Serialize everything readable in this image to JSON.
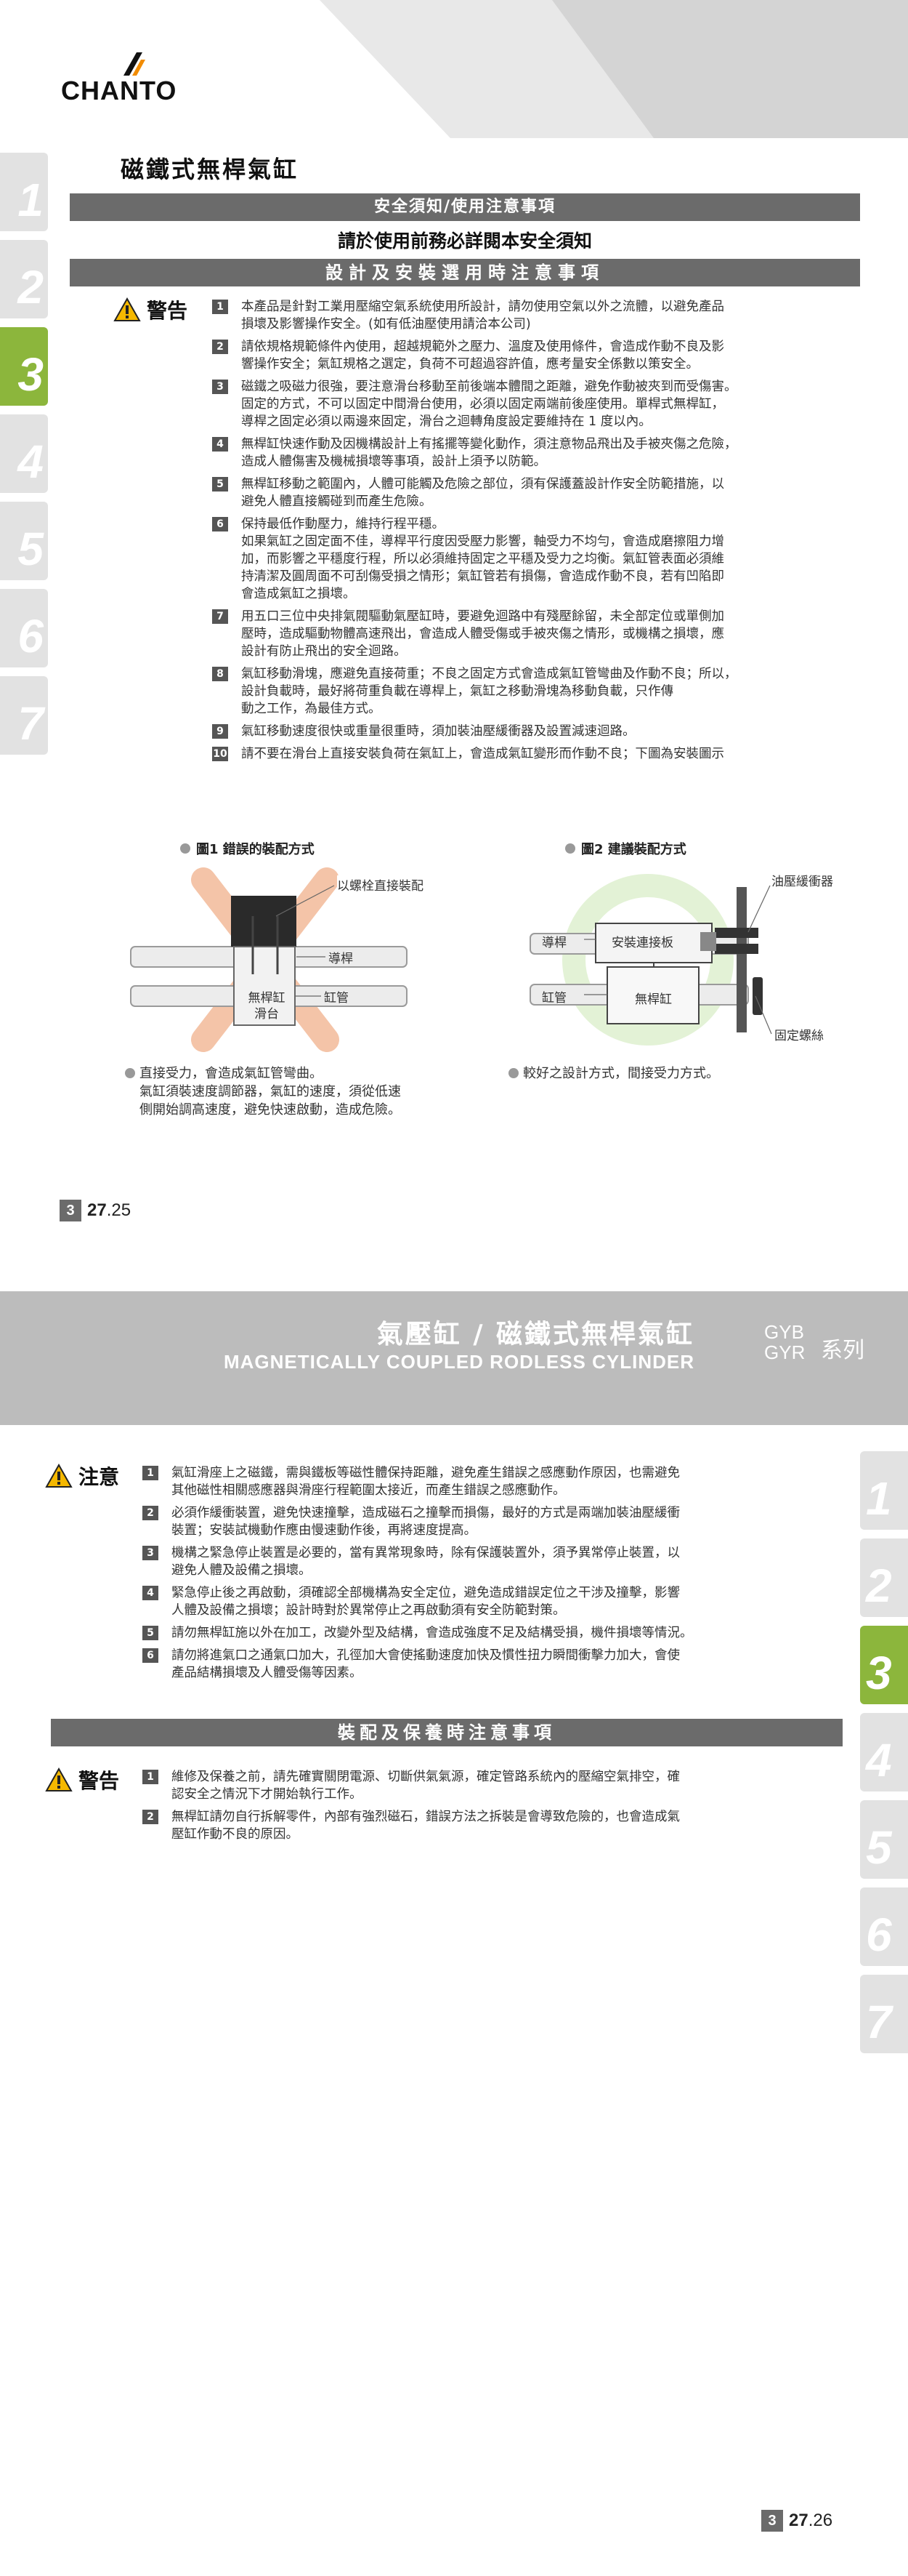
{
  "brand": {
    "name": "CHANTO"
  },
  "page1": {
    "side_tabs": [
      "1",
      "2",
      "3",
      "4",
      "5",
      "6",
      "7"
    ],
    "active_tab": 2,
    "section_title": "磁鐵式無桿氣缸",
    "band_safety": "安全須知/使用注意事項",
    "notice": "請於使用前務必詳閱本安全須知",
    "band_design": "設計及安裝選用時注意事項",
    "warning_label": "警告",
    "items": [
      {
        "num": "1",
        "lines": [
          "本產品是針對工業用壓縮空氣系統使用所設計，請勿使用空氣以外之流體，以避免產品",
          "損壞及影響操作安全。(如有低油壓使用請洽本公司)"
        ]
      },
      {
        "num": "2",
        "lines": [
          "請依規格規範條件內使用，超越規範外之壓力、溫度及使用條件，會造成作動不良及影",
          "響操作安全；氣缸規格之選定，負荷不可超過容許值，應考量安全係數以策安全。"
        ]
      },
      {
        "num": "3",
        "lines": [
          "磁鐵之吸磁力很強，要注意滑台移動至前後端本體間之距離，避免作動被夾到而受傷害。",
          "固定的方式，不可以固定中間滑台使用，必須以固定兩端前後座使用。單桿式無桿缸，",
          "導桿之固定必須以兩邊來固定，滑台之迴轉角度設定要維持在 1 度以內。"
        ]
      },
      {
        "num": "4",
        "lines": [
          "無桿缸快速作動及因機構設計上有搖擺等變化動作，須注意物品飛出及手被夾傷之危險，",
          "造成人體傷害及機械損壞等事項，設計上須予以防範。"
        ]
      },
      {
        "num": "5",
        "lines": [
          "無桿缸移動之範圍內，人體可能觸及危險之部位，須有保護蓋設計作安全防範措施，以",
          "避免人體直接觸碰到而產生危險。"
        ]
      },
      {
        "num": "6",
        "lines": [
          "保持最低作動壓力，維持行程平穩。",
          "如果氣缸之固定面不佳，導桿平行度因受壓力影響，軸受力不均勻，會造成磨擦阻力增",
          "加，而影響之平穩度行程，所以必須維持固定之平穩及受力之均衡。氣缸管表面必須維",
          "持清潔及圓周面不可刮傷受損之情形；氣缸管若有損傷，會造成作動不良，若有凹陷即",
          "會造成氣缸之損壞。"
        ]
      },
      {
        "num": "7",
        "lines": [
          "用五口三位中央排氣閥驅動氣壓缸時，要避免迴路中有殘壓餘留，未全部定位或單側加",
          "壓時，造成驅動物體高速飛出，會造成人體受傷或手被夾傷之情形，或機構之損壞，應",
          "設計有防止飛出的安全迴路。"
        ]
      },
      {
        "num": "8",
        "lines": [
          "氣缸移動滑塊，應避免直接荷重；不良之固定方式會造成氣缸管彎曲及作動不良；所以，",
          "設計負載時，最好將荷重負載在導桿上，氣缸之移動滑塊為移動負載，只作傳",
          "動之工作，為最佳方式。"
        ]
      },
      {
        "num": "9",
        "lines": [
          "氣缸移動速度很快或重量很重時，須加裝油壓緩衝器及設置減速迴路。"
        ]
      },
      {
        "num": "10",
        "lines": [
          "請不要在滑台上直接安裝負荷在氣缸上，會造成氣缸變形而作動不良；下圖為安裝圖示"
        ]
      }
    ],
    "figure1": {
      "title": "圖1 錯誤的裝配方式",
      "label_bolt": "以螺栓直接裝配",
      "label_guide": "導桿",
      "label_body_l1": "無桿缸",
      "label_body_l2": "滑台",
      "label_tube": "缸管",
      "caption_lines": [
        "直接受力，會造成氣缸管彎曲。",
        "氣缸須裝速度調節器，氣缸的速度，須從低速",
        "側開始調高速度，避免快速啟動，造成危險。"
      ]
    },
    "figure2": {
      "title": "圖2 建議裝配方式",
      "label_absorber": "油壓緩衝器",
      "label_guide": "導桿",
      "label_plate": "安裝連接板",
      "label_tube": "缸管",
      "label_body": "無桿缸",
      "label_screw": "固定螺絲",
      "caption": "較好之設計方式，間接受力方式。"
    },
    "page_number": {
      "chapter": "3",
      "num": "27",
      "sub": ".25"
    }
  },
  "page2": {
    "header_zh": "氣壓缸 / 磁鐵式無桿氣缸",
    "header_en": "MAGNETICALLY COUPLED RODLESS CYLINDER",
    "model_1": "GYB",
    "model_2": "GYR",
    "series": "系列",
    "side_tabs": [
      "1",
      "2",
      "3",
      "4",
      "5",
      "6",
      "7"
    ],
    "active_tab": 2,
    "caution_label": "注意",
    "caution_items": [
      {
        "num": "1",
        "lines": [
          "氣缸滑座上之磁鐵，需與鐵板等磁性體保持距離，避免產生錯誤之感應動作原因，也需避免",
          "其他磁性相關感應器與滑座行程範圍太接近，而產生錯誤之感應動作。"
        ]
      },
      {
        "num": "2",
        "lines": [
          "必須作緩衝裝置，避免快速撞擊，造成磁石之撞擊而損傷，最好的方式是兩端加裝油壓緩衝",
          "裝置；安裝試機動作應由慢速動作後，再將速度提高。"
        ]
      },
      {
        "num": "3",
        "lines": [
          "機構之緊急停止裝置是必要的，當有異常現象時，除有保護裝置外，須予異常停止裝置，以",
          "避免人體及設備之損壞。"
        ]
      },
      {
        "num": "4",
        "lines": [
          "緊急停止後之再啟動，須確認全部機構為安全定位，避免造成錯誤定位之干涉及撞擊，影響",
          "人體及設備之損壞；設計時對於異常停止之再啟動須有安全防範對策。"
        ]
      },
      {
        "num": "5",
        "lines": [
          "請勿無桿缸施以外在加工，改變外型及結構，會造成強度不足及結構受損，機件損壞等情況。"
        ]
      },
      {
        "num": "6",
        "lines": [
          "請勿將進氣口之通氣口加大，孔徑加大會使搖動速度加快及慣性扭力瞬間衝擊力加大，會使",
          "產品結構損壞及人體受傷等因素。"
        ]
      }
    ],
    "band_maintenance": "裝配及保養時注意事項",
    "warning_label": "警告",
    "warning_items": [
      {
        "num": "1",
        "lines": [
          "維修及保養之前，請先確實關閉電源、切斷供氣氣源，確定管路系統內的壓縮空氣排空，確",
          "認安全之情況下才開始執行工作。"
        ]
      },
      {
        "num": "2",
        "lines": [
          "無桿缸請勿自行拆解零件，內部有強烈磁石，錯誤方法之拆裝是會導致危險的，也會造成氣",
          "壓缸作動不良的原因。"
        ]
      }
    ],
    "page_number": {
      "chapter": "3",
      "num": "27",
      "sub": ".26"
    }
  }
}
